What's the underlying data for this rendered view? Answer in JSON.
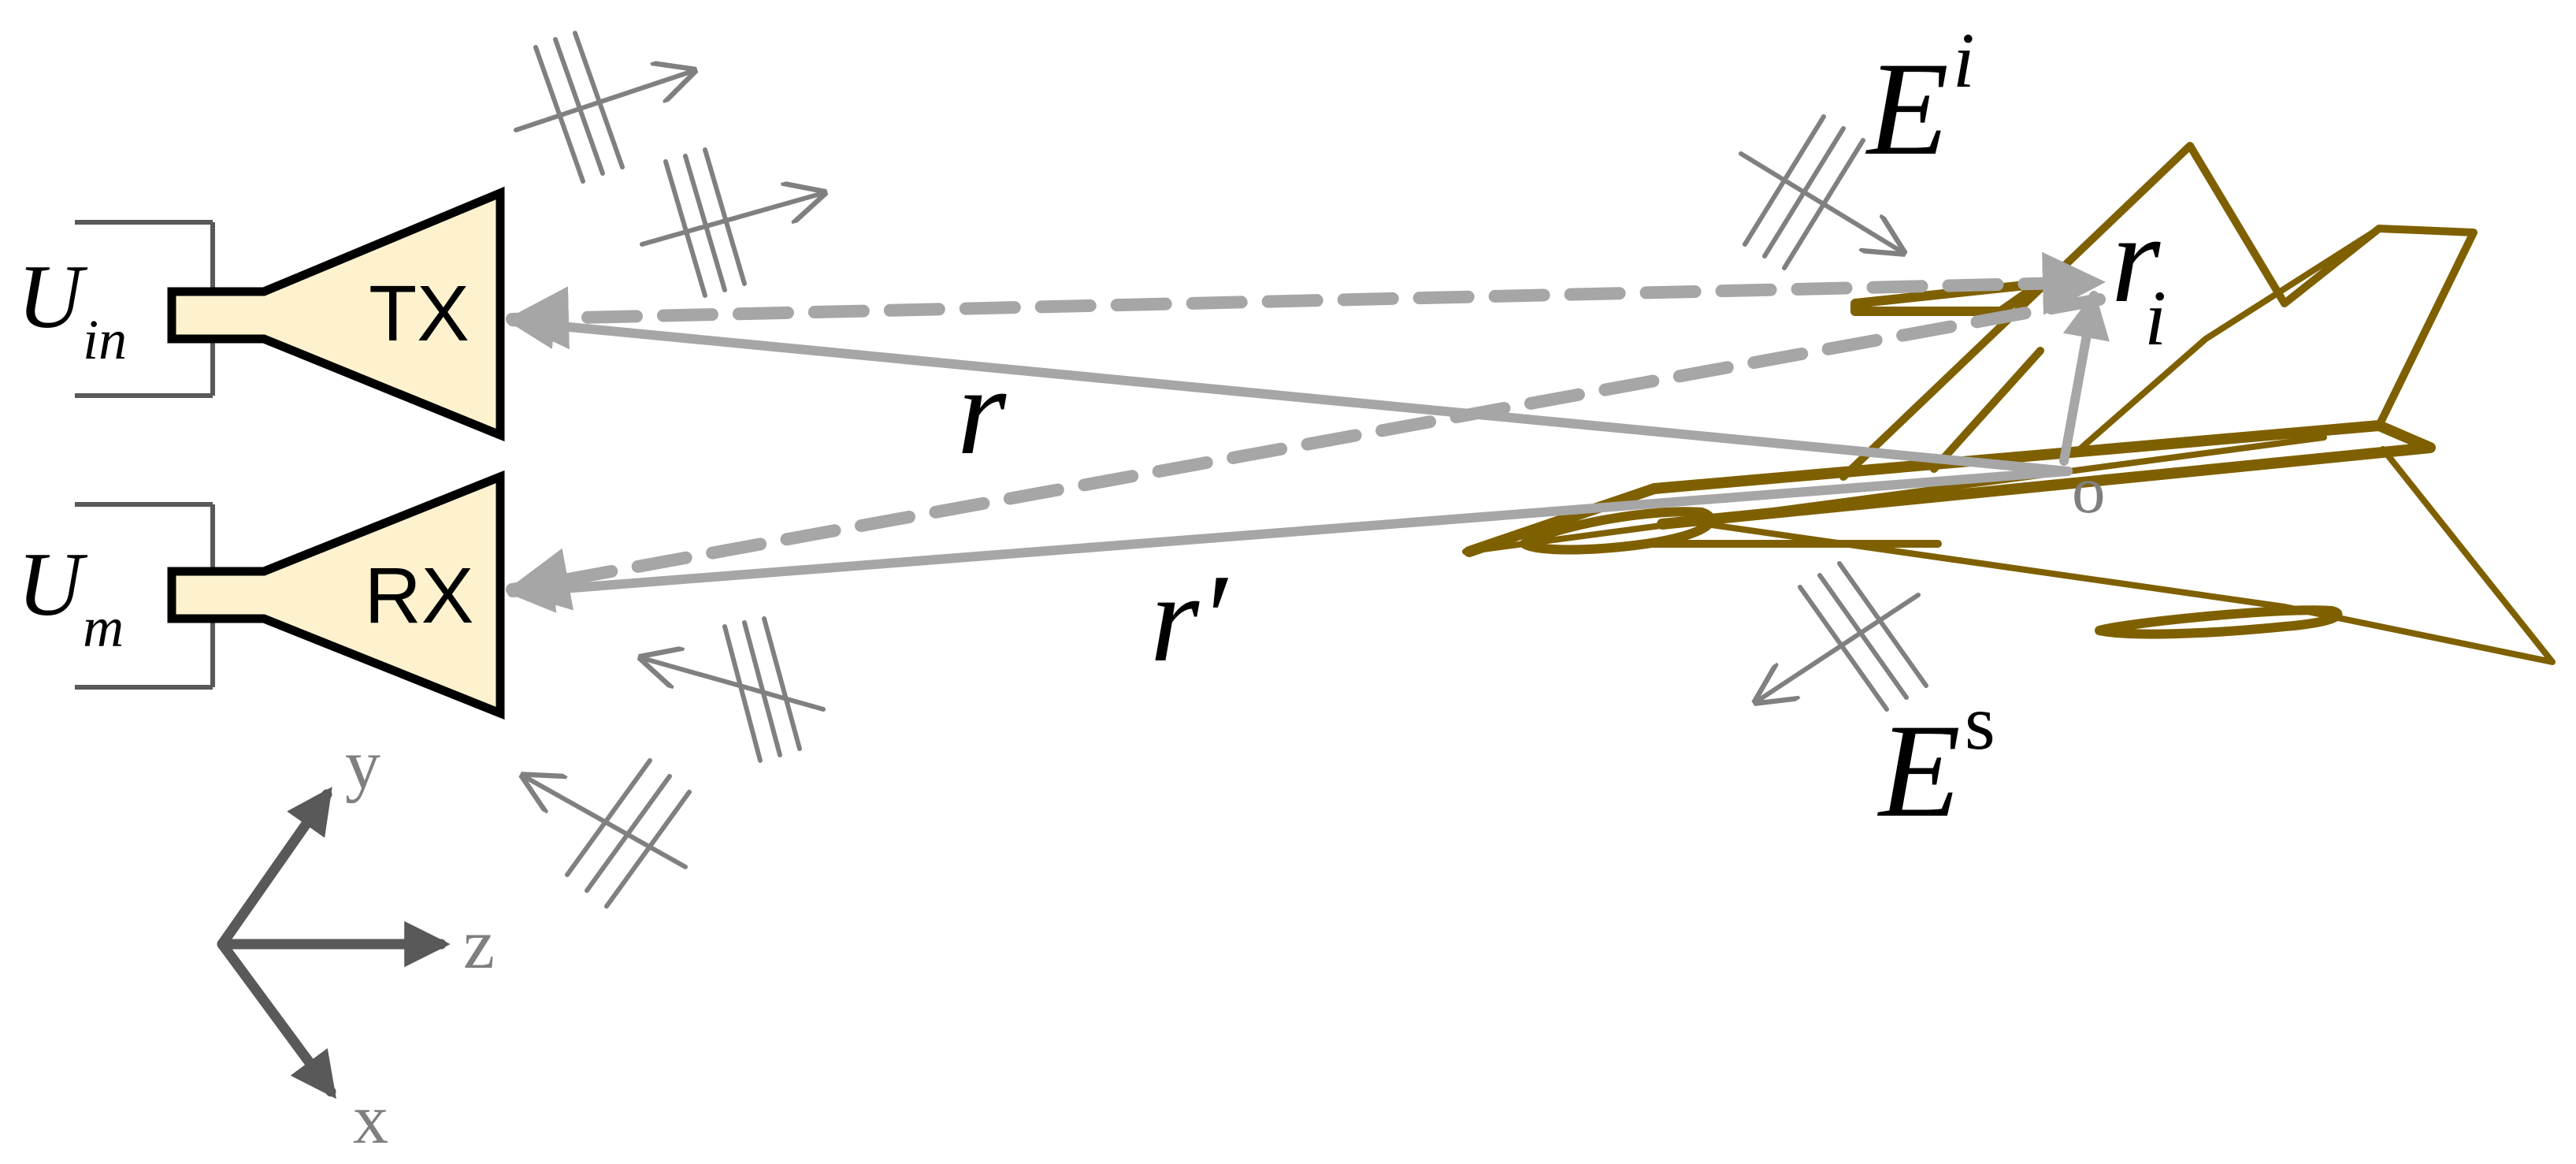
{
  "antennas": {
    "tx": {
      "label": "TX",
      "port_symbol": "U",
      "port_subscript": "in"
    },
    "rx": {
      "label": "RX",
      "port_symbol": "U",
      "port_subscript": "m"
    }
  },
  "vectors": {
    "r": "r",
    "r_prime": "r′",
    "r_i_symbol": "r",
    "r_i_subscript": "i",
    "origin": "o"
  },
  "fields": {
    "incident_symbol": "E",
    "incident_superscript": "i",
    "scattered_symbol": "E",
    "scattered_superscript": "s"
  },
  "axes": {
    "x": "x",
    "y": "y",
    "z": "z"
  },
  "colors": {
    "horn_fill": "#FDF1CE",
    "horn_stroke": "#000000",
    "ray": "#A6A6A6",
    "wave": "#808080",
    "aircraft": "#7F6000",
    "axes": "#595959",
    "axis_label": "#7F7F7F"
  }
}
